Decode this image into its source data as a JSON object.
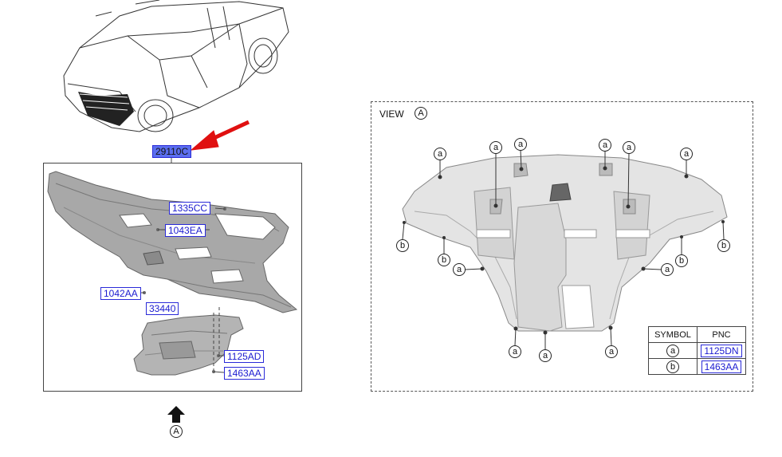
{
  "main_part": "29110C",
  "left_labels": {
    "l1335CC": "1335CC",
    "l1043EA": "1043EA",
    "l1042AA": "1042AA",
    "l33440": "33440",
    "l1125AD": "1125AD",
    "l1463AA": "1463AA"
  },
  "view": {
    "title": "VIEW",
    "letter": "A"
  },
  "arrow_letter": "A",
  "symbols": {
    "a": "a",
    "b": "b"
  },
  "symbol_table": {
    "col_symbol": "SYMBOL",
    "col_pnc": "PNC",
    "rows": [
      {
        "symbol": "a",
        "pnc": "1125DN"
      },
      {
        "symbol": "b",
        "pnc": "1463AA"
      }
    ]
  },
  "colors": {
    "highlight": "#5b6ef0",
    "label_blue": "#1a1ad0",
    "arrow_red": "#e01010"
  }
}
